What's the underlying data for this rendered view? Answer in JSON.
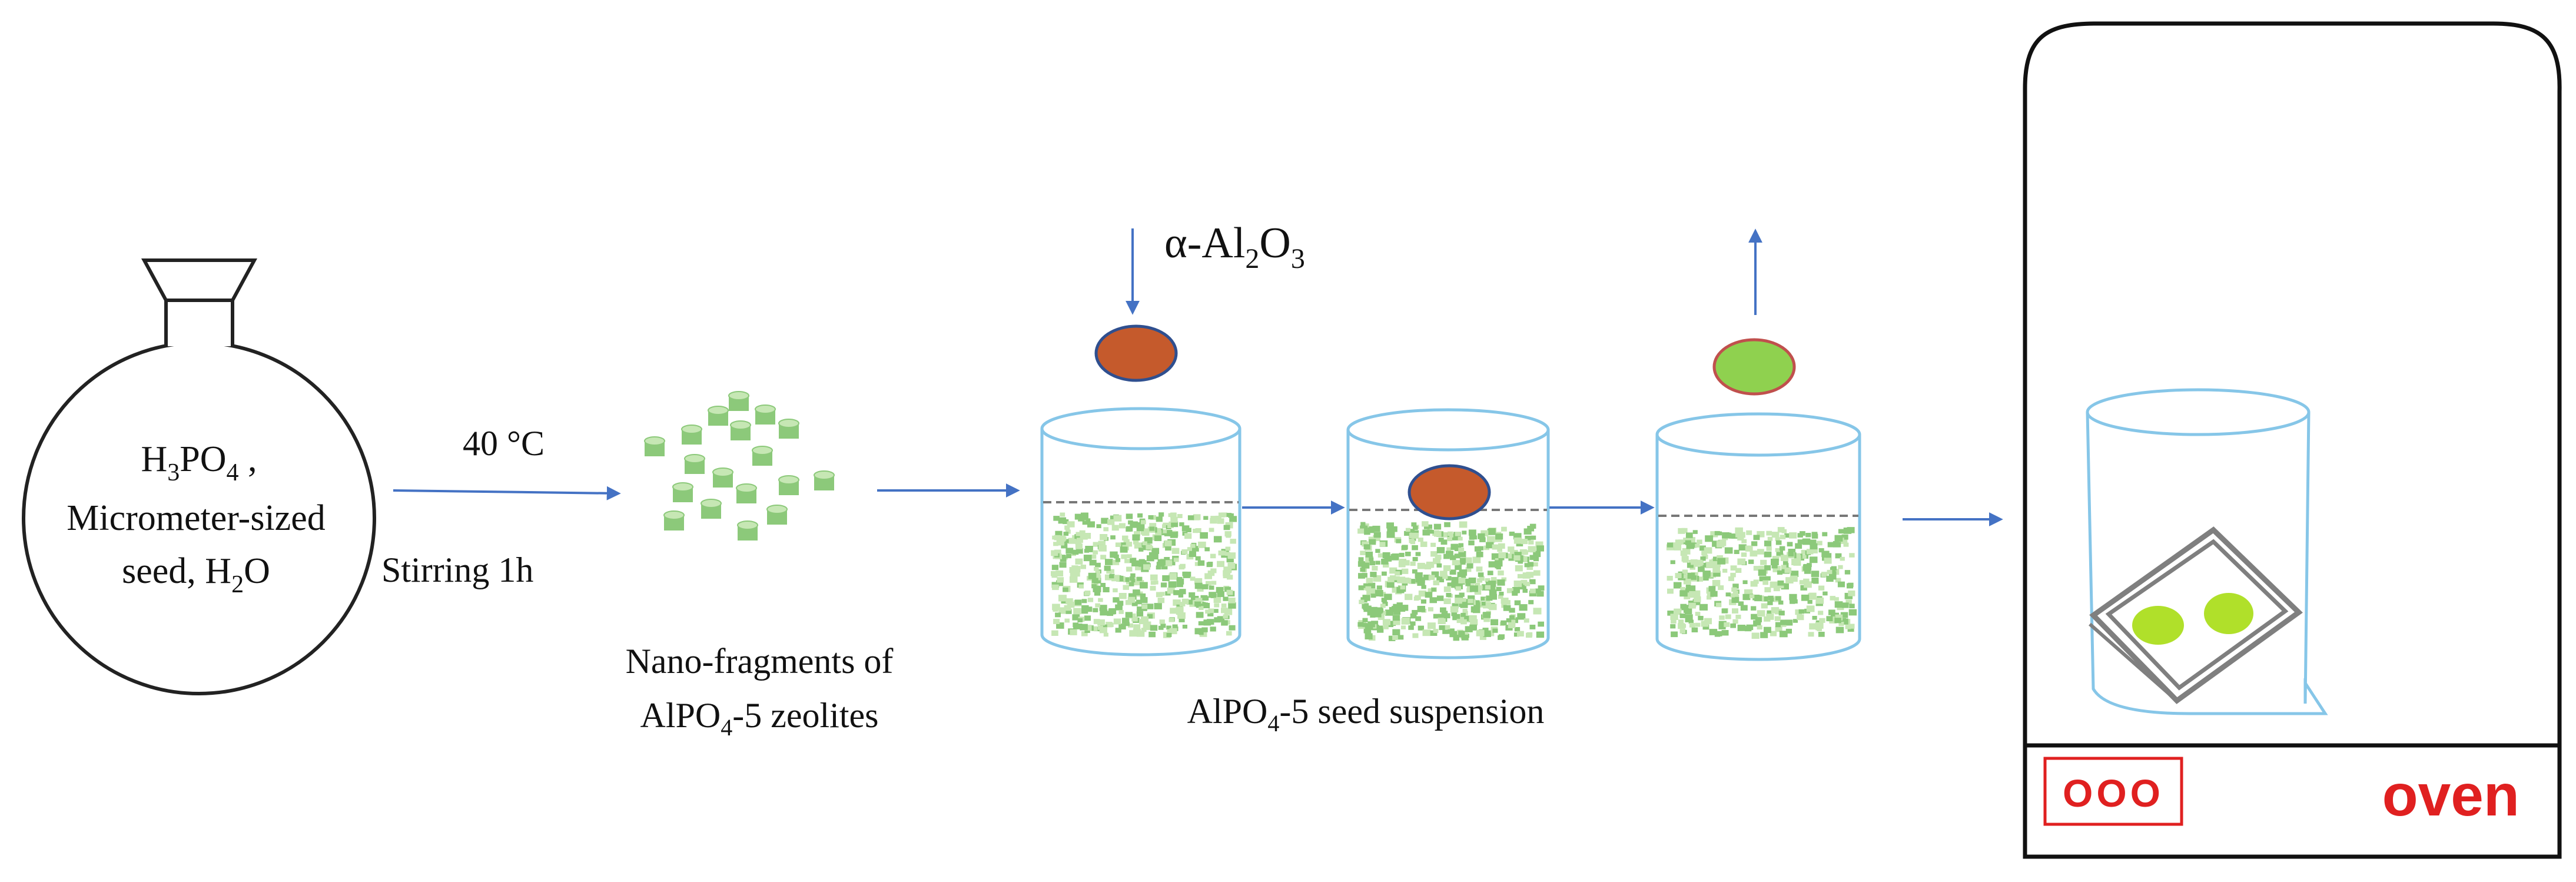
{
  "flask": {
    "line1_base": "H",
    "line1_sub1": "3",
    "line1_mid": "PO",
    "line1_sub2": "4",
    "line1_end": " ,",
    "line2": "Micrometer-sized",
    "line3_start": "seed, H",
    "line3_sub": "2",
    "line3_end": "O"
  },
  "step1": {
    "temperature": "40 °C",
    "stirring": "Stirring 1h"
  },
  "nano_caption": {
    "line1": "Nano-fragments of",
    "line2_start": "AlPO",
    "line2_sub": "4",
    "line2_end": "-5 zeolites"
  },
  "substrate_label": {
    "start": "α-Al",
    "sub1": "2",
    "mid": "O",
    "sub2": "3"
  },
  "suspension_caption": {
    "start": "AlPO",
    "sub": "4",
    "end": "-5 seed suspension"
  },
  "oven": {
    "label": "oven",
    "panel_glyph": "OOO"
  },
  "colors": {
    "arrow": "#4472c4",
    "alumina_disk": "#c55a2c",
    "disk_border": "#2f4f8f",
    "seeded_disk": "#8fd14f",
    "seeded_border": "#c0504d",
    "particle": "#8cc97a",
    "particle_light": "#c6e7b4",
    "beaker": "#86c6e8",
    "oven_label": "#e02020",
    "holder": "#7f7f7f",
    "oven_disk": "#b0e02a"
  }
}
